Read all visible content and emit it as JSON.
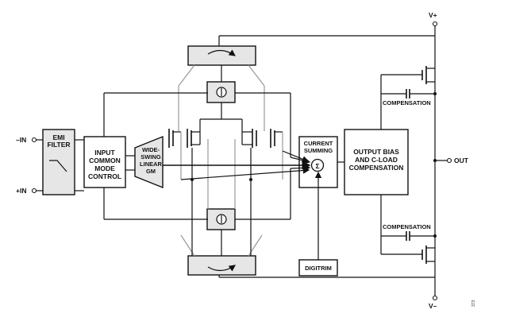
{
  "labels": {
    "vplus": "V+",
    "vminus": "V–",
    "in_neg": "–IN",
    "in_pos": "+IN",
    "out": "OUT",
    "emi_1": "EMI",
    "emi_2": "FILTER",
    "icm_1": "INPUT",
    "icm_2": "COMMON",
    "icm_3": "MODE",
    "icm_4": "CONTROL",
    "gm_1": "WIDE-",
    "gm_2": "SWING",
    "gm_3": "LINEAR",
    "gm_4": "GM",
    "cs_1": "CURRENT",
    "cs_2": "SUMMING",
    "sigma": "Σ",
    "ob_1": "OUTPUT BIAS",
    "ob_2": "AND C-LOAD",
    "ob_3": "COMPENSATION",
    "comp_top": "COMPENSATION",
    "comp_bot": "COMPENSATION",
    "digitrim": "DIGITRIM",
    "fig_id": "373"
  }
}
